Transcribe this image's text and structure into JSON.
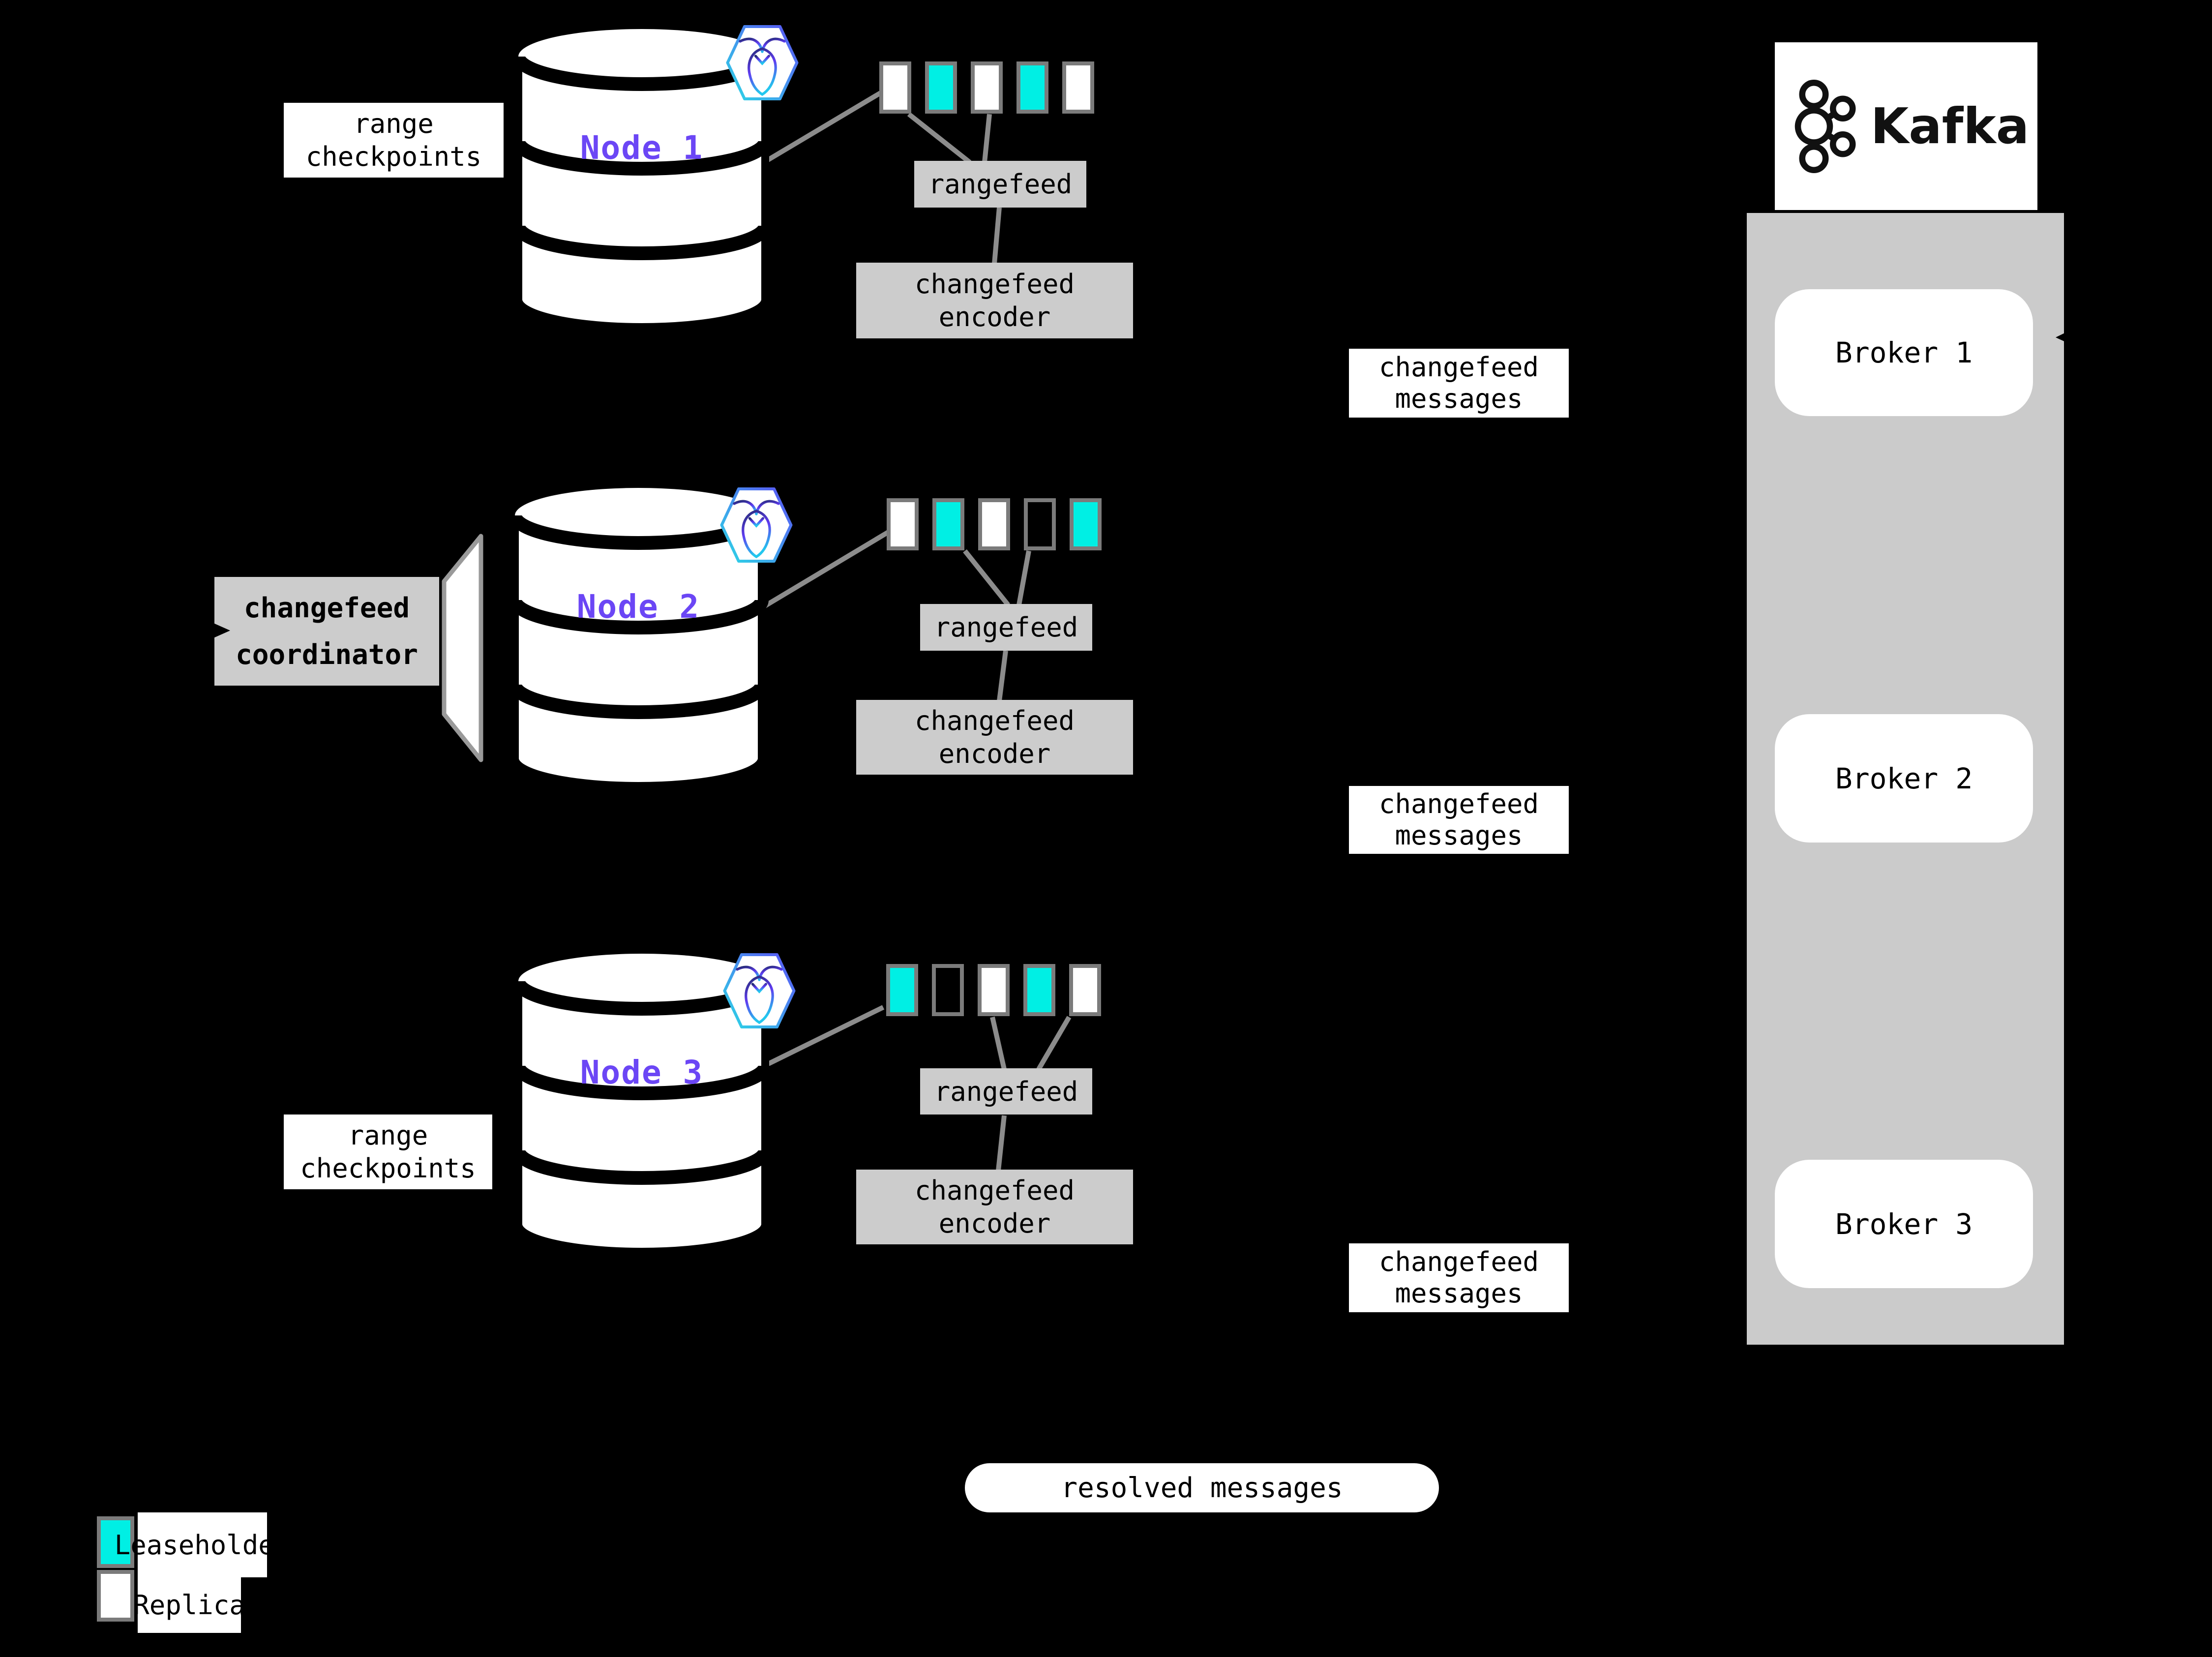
{
  "colors": {
    "background": "#000000",
    "leaseholder_teal": "#00efe4",
    "replica_white": "#ffffff",
    "panel_gray": "#cccccc",
    "square_border_gray": "#7b7b7b",
    "connector_gray": "#8c8c8c",
    "node_label_purple": "#6b46f5"
  },
  "labels": {
    "range_checkpoints": [
      "range",
      "checkpoints"
    ],
    "rangefeed": "rangefeed",
    "changefeed_encoder": [
      "changefeed",
      "encoder"
    ],
    "changefeed_messages": [
      "changefeed",
      "messages"
    ],
    "changefeed_coordinator": [
      "changefeed",
      "coordinator"
    ],
    "resolved_messages": "resolved messages"
  },
  "nodes": [
    {
      "label": "Node 1",
      "ranges": [
        "replica",
        "leaseholder",
        "replica",
        "leaseholder",
        "replica"
      ]
    },
    {
      "label": "Node 2",
      "ranges": [
        "replica",
        "leaseholder",
        "replica",
        "empty",
        "leaseholder"
      ]
    },
    {
      "label": "Node 3",
      "ranges": [
        "leaseholder",
        "empty",
        "replica",
        "leaseholder",
        "replica"
      ]
    }
  ],
  "kafka": {
    "wordmark": "Kafka",
    "brokers": [
      "Broker 1",
      "Broker 2",
      "Broker 3"
    ]
  },
  "legend": [
    {
      "type": "leaseholder",
      "label": "Leaseholder"
    },
    {
      "type": "replica",
      "label": "Replica"
    }
  ]
}
